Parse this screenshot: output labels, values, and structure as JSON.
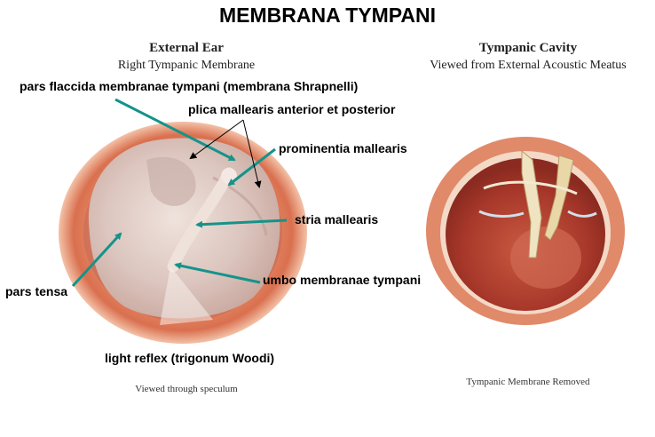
{
  "title": "MEMBRANA TYMPANI",
  "left_panel": {
    "heading": "External Ear",
    "subheading": "Right Tympanic Membrane",
    "caption": "Viewed through speculum"
  },
  "right_panel": {
    "heading": "Tympanic Cavity",
    "subheading": "Viewed from External Acoustic Meatus",
    "caption": "Tympanic Membrane Removed"
  },
  "labels": {
    "pars_flaccida": "pars flaccida membranae tympani (membrana Shrapnelli)",
    "plica": "plica mallearis anterior et posterior",
    "prominentia": "prominentia mallearis",
    "stria": "stria mallearis",
    "umbo": "umbo membranae tympani",
    "pars_tensa": "pars tensa",
    "light_reflex": "light reflex (trigonum Woodi)"
  },
  "colors": {
    "arrow": "#15938a",
    "rim": "#d9704f",
    "membrane": "#dcc6bf",
    "cavity": "#b5442c"
  }
}
